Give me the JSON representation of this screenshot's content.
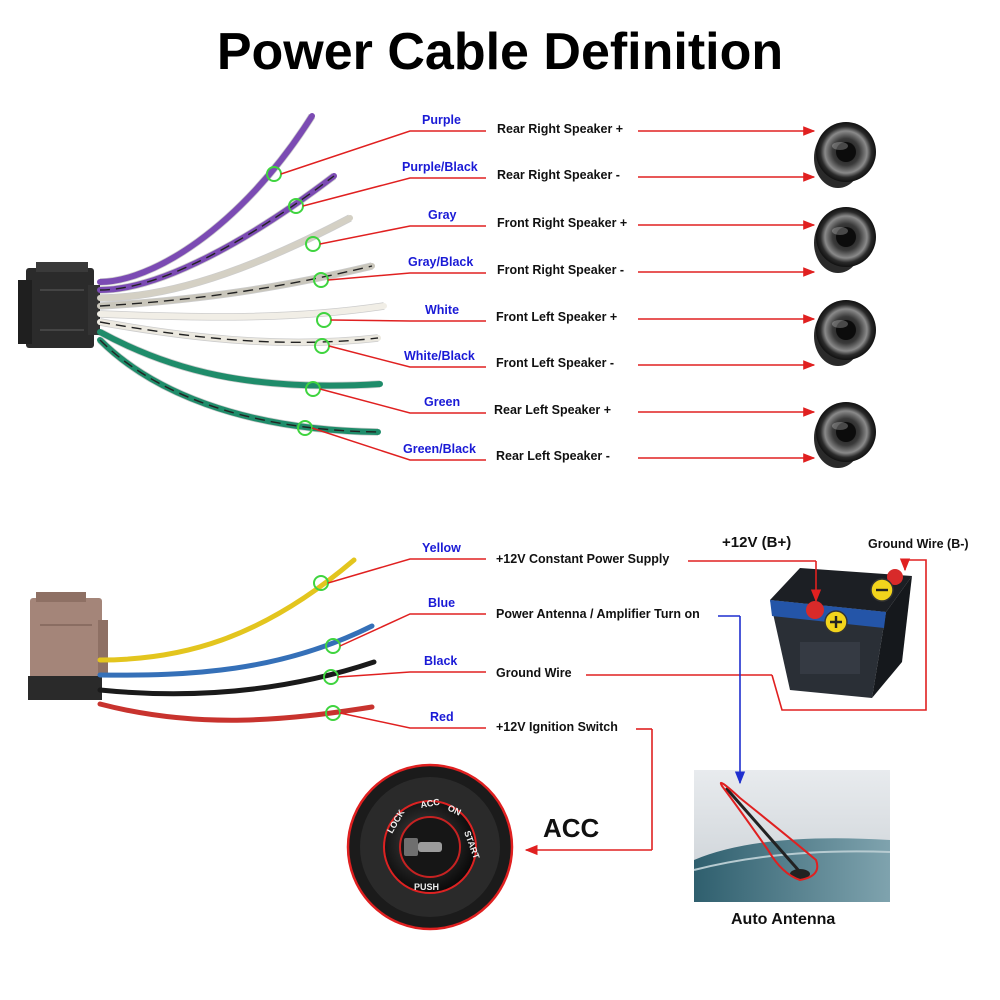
{
  "title": "Power Cable Definition",
  "speaker_wires": [
    {
      "color_name": "Purple",
      "function": "Rear Right Speaker +",
      "wire_color": "#7b4bb3",
      "stripe": false
    },
    {
      "color_name": "Purple/Black",
      "function": "Rear Right Speaker -",
      "wire_color": "#7b4bb3",
      "stripe": true
    },
    {
      "color_name": "Gray",
      "function": "Front Right Speaker +",
      "wire_color": "#d4d0c4",
      "stripe": false
    },
    {
      "color_name": "Gray/Black",
      "function": "Front Right Speaker -",
      "wire_color": "#c9c6bb",
      "stripe": true
    },
    {
      "color_name": "White",
      "function": "Front Left Speaker +",
      "wire_color": "#f1eee6",
      "stripe": false
    },
    {
      "color_name": "White/Black",
      "function": "Front Left Speaker -",
      "wire_color": "#ece9e0",
      "stripe": true
    },
    {
      "color_name": "Green",
      "function": "Rear Left Speaker +",
      "wire_color": "#1f8c6a",
      "stripe": false
    },
    {
      "color_name": "Green/Black",
      "function": "Rear Left Speaker -",
      "wire_color": "#1f8c6a",
      "stripe": true
    }
  ],
  "power_wires": [
    {
      "color_name": "Yellow",
      "function": "+12V Constant Power Supply",
      "wire_color": "#e3c51e"
    },
    {
      "color_name": "Blue",
      "function": "Power Antenna / Amplifier Turn on",
      "wire_color": "#3570b8"
    },
    {
      "color_name": "Black",
      "function": "Ground Wire",
      "wire_color": "#1a1a1a"
    },
    {
      "color_name": "Red",
      "function": "+12V  Ignition Switch",
      "wire_color": "#c8332e"
    }
  ],
  "battery": {
    "positive_label": "+12V  (B+)",
    "ground_label": "Ground Wire (B-)"
  },
  "acc_label": "ACC",
  "ignition_text": {
    "lock": "LOCK",
    "acc": "ACC",
    "on": "ON",
    "start": "START",
    "push": "PUSH"
  },
  "antenna_label": "Auto Antenna",
  "colors": {
    "arrow_red": "#e02020",
    "arrow_blue": "#1f2fcf",
    "wire_label_blue": "#1a1ad6",
    "marker_green": "#3fd43f"
  }
}
